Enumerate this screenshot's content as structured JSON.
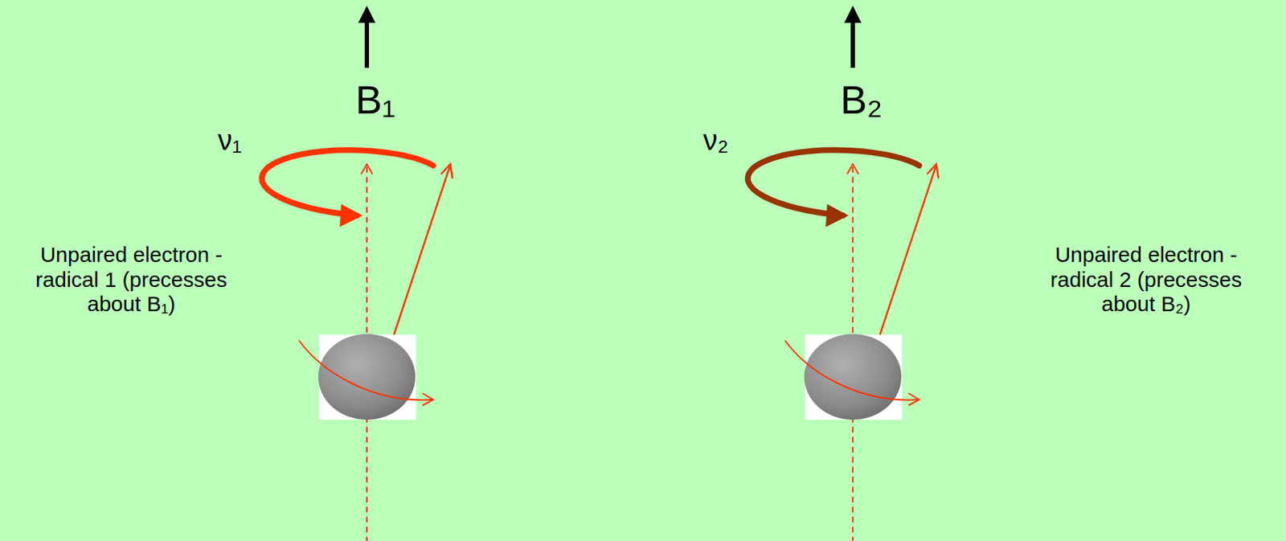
{
  "diagram": {
    "labels": [
      "B₁",
      "ν₁",
      "Unpaired electron - radical 1 (precesses about B₁)",
      "B₂",
      "ν₂",
      "Unpaired electron - radical 2 (precesses about B₂)"
    ]
  }
}
